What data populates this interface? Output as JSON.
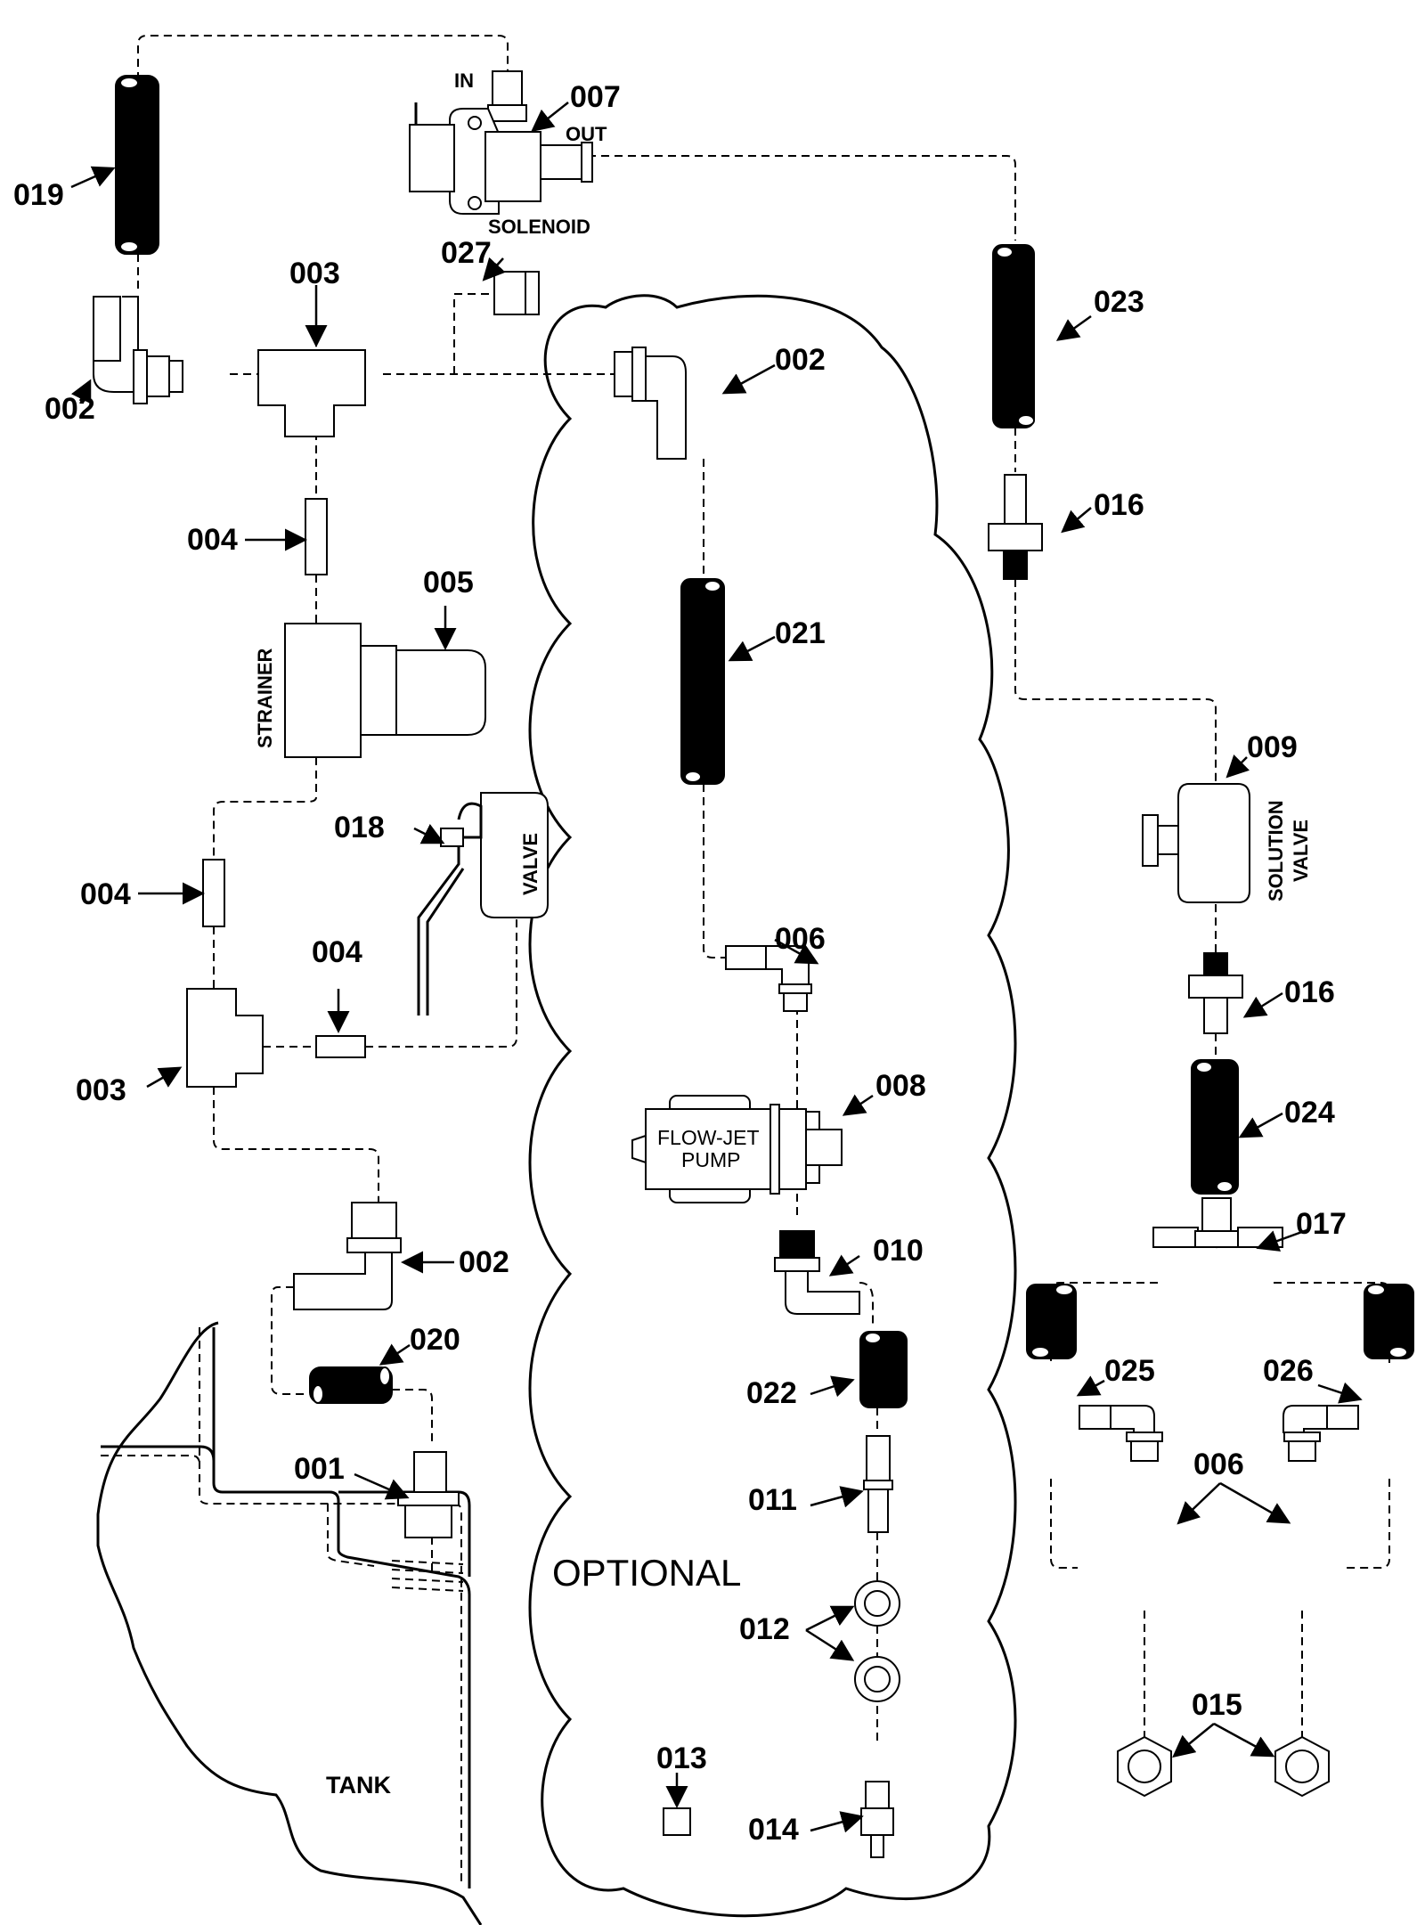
{
  "diagram": {
    "title_captions": {
      "in": "IN",
      "out": "OUT",
      "solenoid": "SOLENOID",
      "strainer": "STRAINER",
      "valve": "VALVE",
      "solution_valve_line1": "SOLUTION",
      "solution_valve_line2": "VALVE",
      "pump_line1": "FLOW-JET",
      "pump_line2": "PUMP",
      "optional": "OPTIONAL",
      "tank": "TANK"
    },
    "callouts": [
      {
        "id": "019",
        "part": "hose"
      },
      {
        "id": "007",
        "part": "solenoid valve"
      },
      {
        "id": "003",
        "part": "tee"
      },
      {
        "id": "027",
        "part": "plug"
      },
      {
        "id": "002",
        "part": "elbow"
      },
      {
        "id": "002",
        "part": "elbow (optional)"
      },
      {
        "id": "023",
        "part": "hose"
      },
      {
        "id": "004",
        "part": "nipple"
      },
      {
        "id": "005",
        "part": "strainer"
      },
      {
        "id": "016",
        "part": "hose barb"
      },
      {
        "id": "021",
        "part": "hose"
      },
      {
        "id": "009",
        "part": "solution valve"
      },
      {
        "id": "018",
        "part": "valve"
      },
      {
        "id": "004",
        "part": "nipple"
      },
      {
        "id": "004",
        "part": "nipple"
      },
      {
        "id": "006",
        "part": "elbow"
      },
      {
        "id": "016",
        "part": "hose barb"
      },
      {
        "id": "003",
        "part": "tee"
      },
      {
        "id": "008",
        "part": "pump"
      },
      {
        "id": "024",
        "part": "hose"
      },
      {
        "id": "017",
        "part": "barbed tee"
      },
      {
        "id": "010",
        "part": "elbow"
      },
      {
        "id": "002",
        "part": "elbow"
      },
      {
        "id": "020",
        "part": "hose"
      },
      {
        "id": "022",
        "part": "hose"
      },
      {
        "id": "025",
        "part": "hose"
      },
      {
        "id": "026",
        "part": "hose"
      },
      {
        "id": "001",
        "part": "hose barb"
      },
      {
        "id": "006",
        "part": "elbow pair"
      },
      {
        "id": "011",
        "part": "hose barb"
      },
      {
        "id": "012",
        "part": "washers"
      },
      {
        "id": "015",
        "part": "nuts"
      },
      {
        "id": "013",
        "part": "square"
      },
      {
        "id": "014",
        "part": "quick disconnect"
      }
    ]
  }
}
